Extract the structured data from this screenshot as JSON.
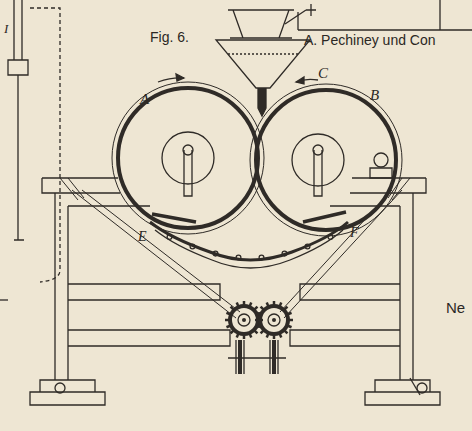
{
  "diagram": {
    "labels": [
      "I",
      "Fig. 6.",
      "A. Pechiney und Con",
      "A",
      "B",
      "C",
      "E",
      "F",
      "Ne"
    ]
  }
}
